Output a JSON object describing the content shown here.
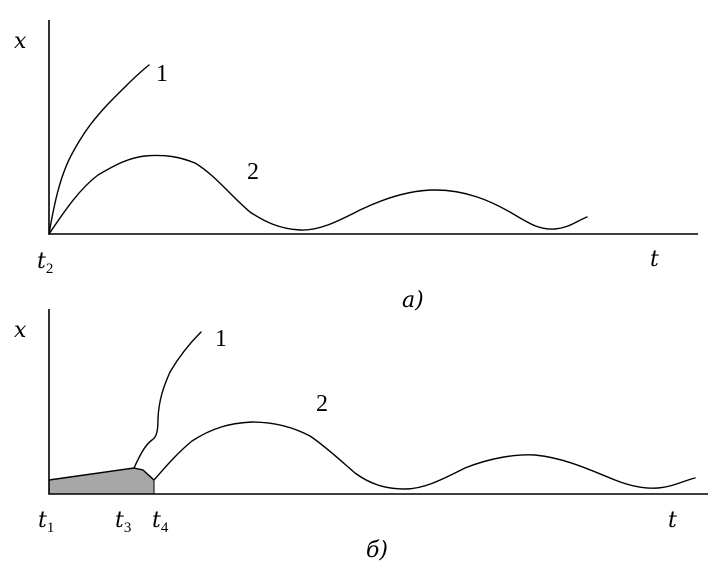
{
  "colors": {
    "line": "#000000",
    "shade": "#a6a6a6",
    "background": "#ffffff"
  },
  "panel_a": {
    "y_axis_label": "x",
    "x_axis_label": "t",
    "start_time_label": {
      "main": "t",
      "sub": "2"
    },
    "curve_1_label": "1",
    "curve_2_label": "2",
    "caption": "а)"
  },
  "panel_b": {
    "y_axis_label": "x",
    "x_axis_label": "t",
    "time_labels": [
      {
        "main": "t",
        "sub": "1"
      },
      {
        "main": "t",
        "sub": "3"
      },
      {
        "main": "t",
        "sub": "4"
      }
    ],
    "curve_1_label": "1",
    "curve_2_label": "2",
    "caption": "б)"
  }
}
